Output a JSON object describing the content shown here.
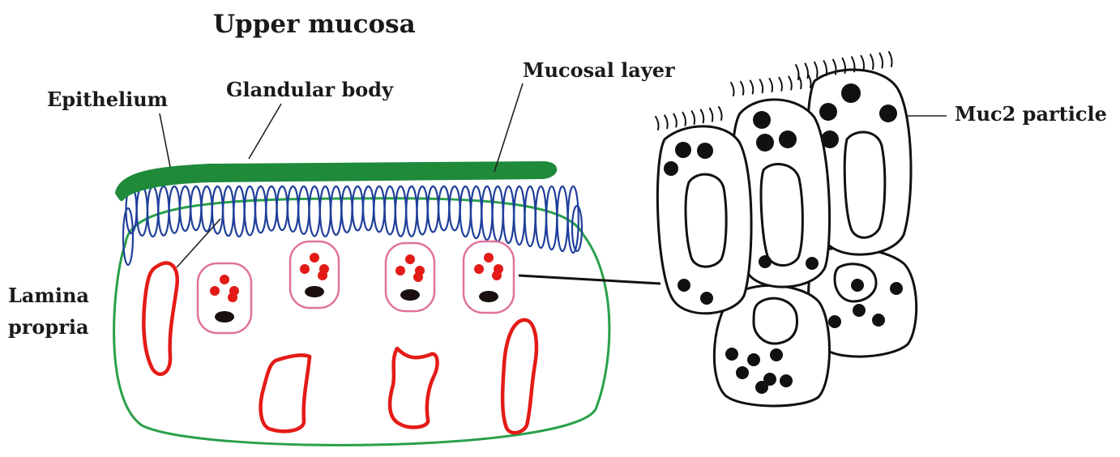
{
  "diagram": {
    "title": "Upper mucosa",
    "labels": {
      "epithelium": "Epithelium",
      "glandular_body": "Glandular body",
      "mucosal_layer": "Mucosal layer",
      "lamina_propria_line1": "Lamina",
      "lamina_propria_line2": "propria",
      "muc2_particle": "Muc2 particle"
    },
    "colors": {
      "mucosal_layer": "#1e8a3a",
      "glands": "#1f3f9a",
      "lamina_outline": "#2aa04a",
      "vessels": "#e31b17",
      "goblet_outline": "#e0739b",
      "goblet_granule": "#e31b17",
      "nucleus": "#1a1010",
      "cell_outline": "#111111"
    }
  }
}
